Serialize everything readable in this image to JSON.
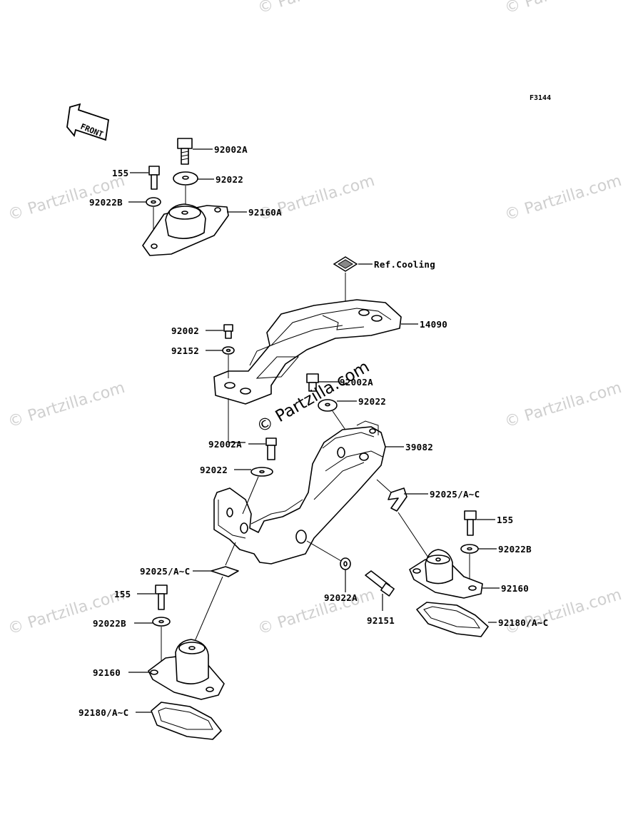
{
  "figure_code": "F3144",
  "watermark": "© Partzilla.com",
  "front_arrow": "FRONT",
  "labels": {
    "l_92002A_top": "92002A",
    "l_155_top": "155",
    "l_92022_top": "92022",
    "l_92022B_top": "92022B",
    "l_92160A": "92160A",
    "l_ref_cooling": "Ref.Cooling",
    "l_14090": "14090",
    "l_92002": "92002",
    "l_92152": "92152",
    "l_92002A_mid": "92002A",
    "l_92022_mid": "92022",
    "l_39082": "39082",
    "l_92002A_left": "92002A",
    "l_92022_left": "92022",
    "l_92025_right": "92025/A~C",
    "l_155_right": "155",
    "l_92022B_right": "92022B",
    "l_92160_right": "92160",
    "l_92180_right": "92180/A~C",
    "l_92025_left": "92025/A~C",
    "l_92022A": "92022A",
    "l_92151": "92151",
    "l_155_left": "155",
    "l_92022B_left": "92022B",
    "l_92160_left": "92160",
    "l_92180_left": "92180/A~C"
  }
}
